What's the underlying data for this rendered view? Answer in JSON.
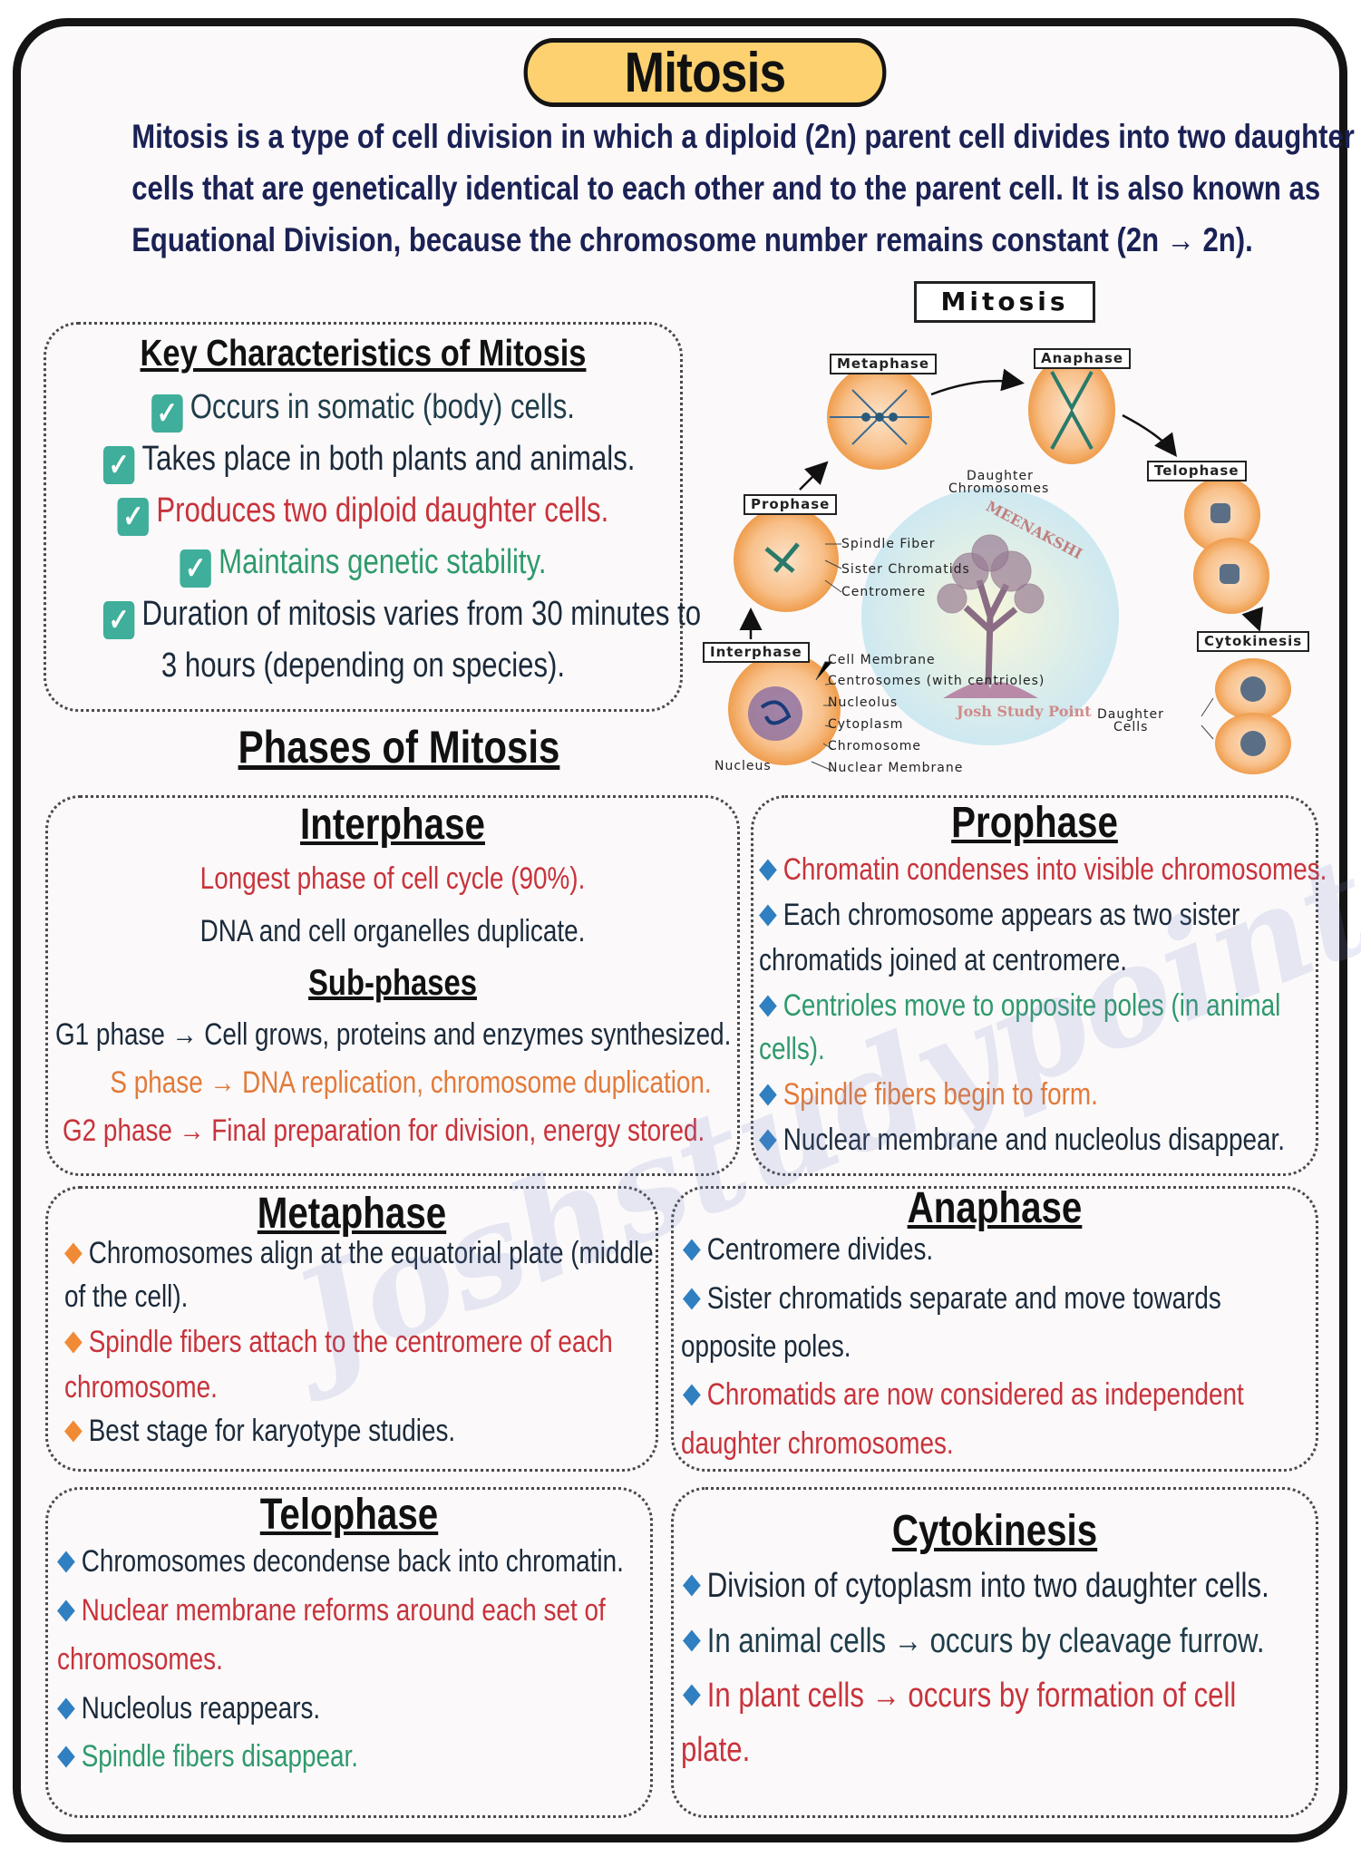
{
  "title": "Mitosis",
  "intro_lines": [
    "Mitosis is a type of cell division in which a diploid (2n) parent cell divides into two daughter",
    "cells that are genetically identical to each other and to the parent cell. It is also known as",
    "Equational Division, because the chromosome number remains constant (2n → 2n)."
  ],
  "key_characteristics": {
    "heading": "Key Characteristics of Mitosis",
    "items": [
      "Occurs in somatic (body) cells.",
      "Takes place in both plants and animals.",
      "Produces two diploid daughter cells.",
      "Maintains genetic stability.",
      "Duration of mitosis varies from 30 minutes to",
      "3 hours (depending on species)."
    ]
  },
  "phases_heading": "Phases of Mitosis",
  "diagram": {
    "title": "Mitosis",
    "stages": [
      "Metaphase",
      "Anaphase",
      "Telophase",
      "Prophase",
      "Interphase",
      "Cytokinesis"
    ],
    "annotations": {
      "daughter_chromosomes_1": "Daughter",
      "daughter_chromosomes_2": "Chromosomes",
      "spindle_fiber": "Spindle Fiber",
      "sister_chromatids": "Sister Chromatids",
      "centromere": "Centromere",
      "cell_membrane": "Cell Membrane",
      "centrosomes": "Centrosomes (with centrioles)",
      "nucleolus": "Nucleolus",
      "cytoplasm": "Cytoplasm",
      "chromosome": "Chromosome",
      "nuclear_membrane": "Nuclear Membrane",
      "nucleus": "Nucleus",
      "daughter_cells_1": "Daughter",
      "daughter_cells_2": "Cells"
    },
    "logo_text_top": "MEENAKSHI",
    "logo_text_bottom": "Josh Study Point"
  },
  "interphase": {
    "heading": "Interphase",
    "line1": "Longest phase of cell cycle (90%).",
    "line2": "DNA and cell organelles duplicate.",
    "subheading": "Sub-phases",
    "g1": "G1 phase → Cell grows, proteins and enzymes synthesized.",
    "s": "S phase → DNA replication, chromosome duplication.",
    "g2": "G2 phase → Final preparation for division, energy stored."
  },
  "prophase": {
    "heading": "Prophase",
    "p1": "Chromatin condenses into visible chromosomes.",
    "p2a": "Each chromosome appears as two sister",
    "p2b": "chromatids joined at centromere.",
    "p3a": "Centrioles move to opposite poles (in animal",
    "p3b": "cells).",
    "p4": "Spindle fibers begin to form.",
    "p5": "Nuclear membrane and nucleolus disappear."
  },
  "metaphase": {
    "heading": "Metaphase",
    "m1a": "Chromosomes align at the equatorial plate (middle",
    "m1b": "of the cell).",
    "m2a": "Spindle fibers attach to the centromere of each",
    "m2b": "chromosome.",
    "m3": "Best stage for karyotype studies."
  },
  "anaphase": {
    "heading": "Anaphase",
    "a1": "Centromere divides.",
    "a2a": "Sister chromatids separate and move towards",
    "a2b": "opposite poles.",
    "a3a": "Chromatids are now considered as independent",
    "a3b": "daughter chromosomes."
  },
  "telophase": {
    "heading": "Telophase",
    "t1": "Chromosomes decondense back into chromatin.",
    "t2a": "Nuclear membrane reforms around each set of",
    "t2b": "chromosomes.",
    "t3": "Nucleolus reappears.",
    "t4": "Spindle fibers disappear."
  },
  "cytokinesis": {
    "heading": "Cytokinesis",
    "c1": "Division of cytoplasm into two daughter cells.",
    "c2": "In animal cells → occurs by cleavage furrow.",
    "c3a": "In plant cells → occurs by formation of cell",
    "c3b": "plate."
  },
  "watermark": "Joshstudypoint",
  "colors": {
    "title_fill": "#fdd170",
    "heading_text": "#1a2154",
    "red": "#c8333b",
    "green": "#2f9a6c",
    "orange": "#e27a3a",
    "check": "#3fae9a",
    "bullet_blue": "#2f7fc1",
    "bullet_orange": "#f08a34"
  },
  "icons": [
    "check-icon",
    "diamond-bullet-icon",
    "arrow-icon",
    "tree-logo-icon"
  ]
}
